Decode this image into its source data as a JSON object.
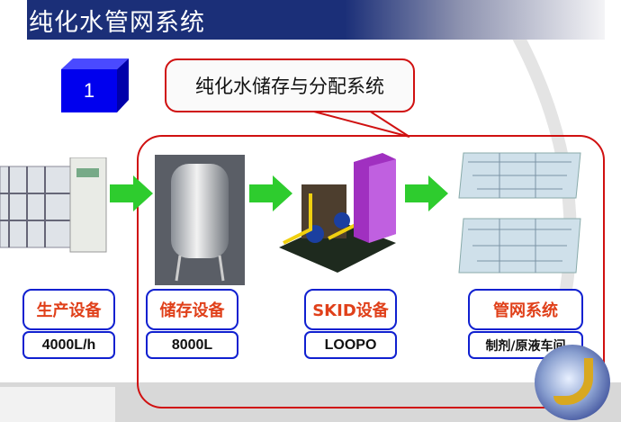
{
  "header": {
    "title": "纯化水管网系统"
  },
  "step": {
    "number": "1"
  },
  "callout": {
    "text": "纯化水储存与分配系统"
  },
  "stages": [
    {
      "label": "生产设备",
      "value": "4000L/h"
    },
    {
      "label": "储存设备",
      "value": "8000L"
    },
    {
      "label": "SKID设备",
      "value": "LOOPO"
    },
    {
      "label": "管网系统",
      "value": "制剂/原液车间"
    }
  ],
  "colors": {
    "header": "#1b2f78",
    "border_red": "#d01010",
    "box_blue": "#1020d0",
    "label_orange": "#e0401a",
    "arrow_green": "#2ecc2e"
  }
}
